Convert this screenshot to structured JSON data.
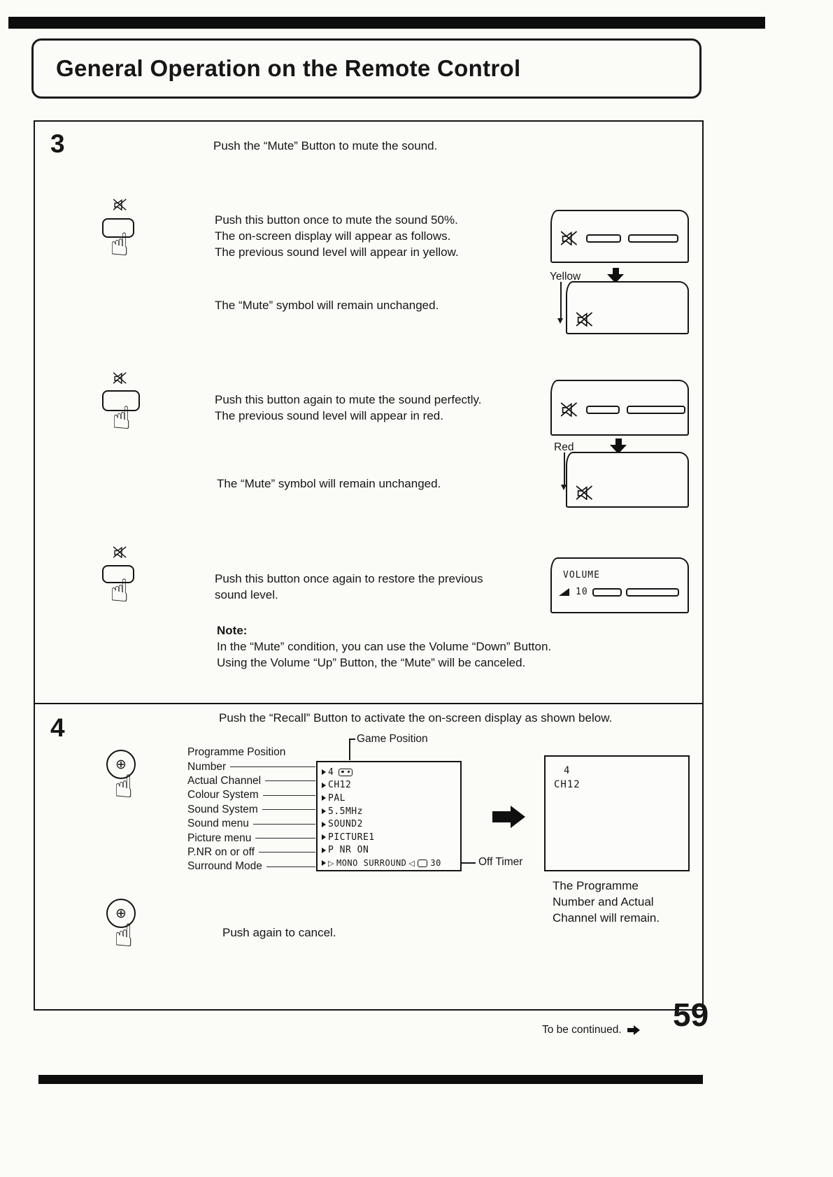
{
  "page": {
    "title": "General Operation on the Remote Control",
    "to_be_continued": "To be continued.",
    "page_number": "59"
  },
  "icons": {
    "hand": "☝",
    "recall_symbol": "⊕"
  },
  "section3": {
    "number": "3",
    "intro": "Push the “Mute” Button to mute the sound.",
    "step1": {
      "lines": [
        "Push this button once to mute the sound 50%.",
        "The on-screen display will appear as follows.",
        "The previous sound level will appear in yellow."
      ],
      "unchanged_note": "The “Mute” symbol will remain unchanged.",
      "color_label": "Yellow"
    },
    "step2": {
      "lines": [
        "Push this button again to mute the sound perfectly.",
        "The previous sound level will appear in red."
      ],
      "unchanged_note": "The “Mute” symbol will remain unchanged.",
      "color_label": "Red"
    },
    "step3": {
      "lines": [
        "Push this button once again to restore the previous",
        "sound level."
      ],
      "osd_volume_label": "VOLUME",
      "osd_volume_value": "10"
    },
    "note_title": "Note:",
    "note_lines": [
      "In the “Mute” condition, you can use the Volume “Down” Button.",
      "Using the Volume “Up” Button, the “Mute” will be canceled."
    ]
  },
  "section4": {
    "number": "4",
    "intro": "Push the “Recall” Button to activate the on-screen display as shown below.",
    "game_position_label": "Game Position",
    "labels": [
      "Programme Position",
      "Number",
      "Actual Channel",
      "Colour System",
      "Sound System",
      "Sound menu",
      "Picture menu",
      "P.NR on or off",
      "Surround Mode"
    ],
    "osd": {
      "position_number": "4",
      "channel": "CH12",
      "colour_system": "PAL",
      "sound_system": "5.5MHz",
      "sound_menu": "SOUND2",
      "picture_menu": "PICTURE1",
      "pnr": "P NR ON",
      "surround_prefix": "▷",
      "surround": "MONO SURROUND",
      "surround_suffix": "◁",
      "off_timer_value": "30"
    },
    "off_timer_label": "Off Timer",
    "result_screen": {
      "line1": "4",
      "line2": "CH12"
    },
    "result_caption": [
      "The Programme",
      "Number and Actual",
      "Channel will remain."
    ],
    "cancel_text": "Push again to cancel."
  }
}
